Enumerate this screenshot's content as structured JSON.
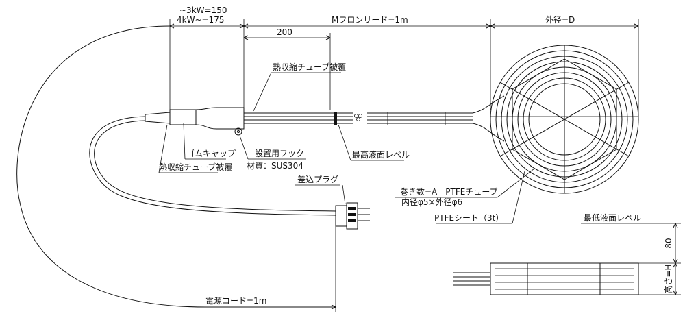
{
  "labels": {
    "dim_power_low": "~3kW=150",
    "dim_power_high": "4kW~=175",
    "dim_200": "200",
    "dim_lead": "Mフロンリード=1m",
    "dim_outer_diameter": "外径=D",
    "heat_shrink_top": "熱収縮チューブ被覆",
    "rubber_cap": "ゴムキャップ",
    "heat_shrink_bottom": "熱収縮チューブ被覆",
    "mount_hook": "設置用フック",
    "material": "材質：SUS304",
    "max_level": "最高液面レベル",
    "plug": "差込プラグ",
    "turns": "巻き数=A　PTFEチューブ",
    "tube_dims": "内径φ5×外径φ6",
    "ptfe_sheet": "PTFEシート（3t）",
    "min_level": "最低液面レベル",
    "dim_80": "80",
    "height": "高さ=H",
    "power_cord": "電源コード=1m"
  }
}
